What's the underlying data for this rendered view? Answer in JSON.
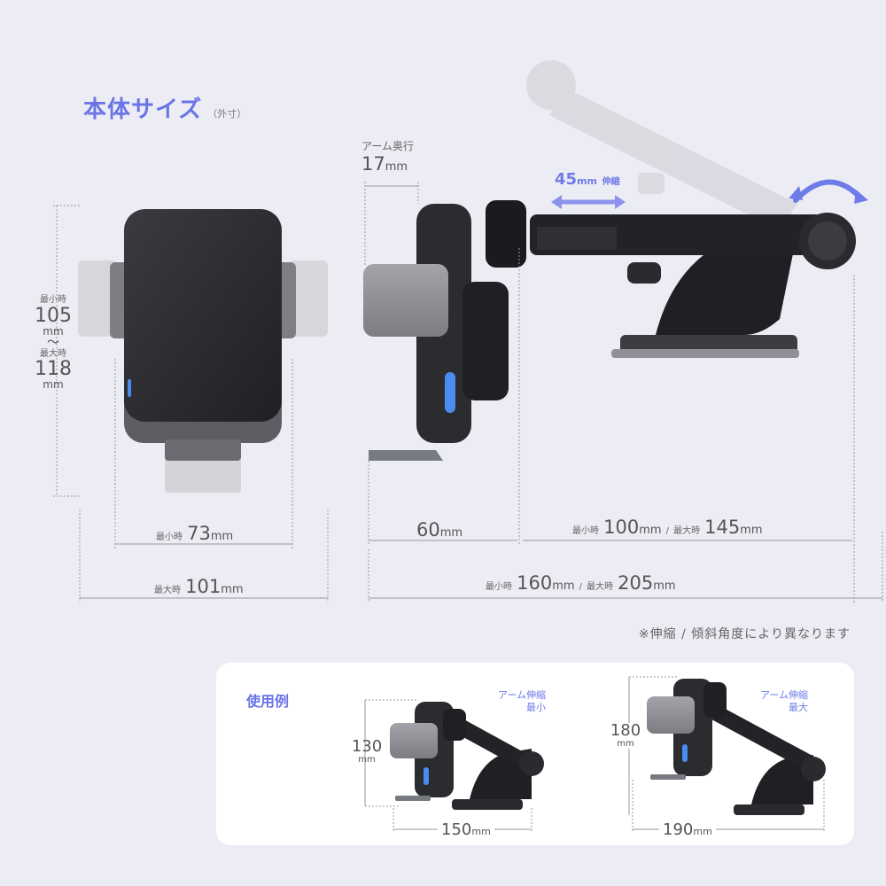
{
  "title": {
    "main": "本体サイズ",
    "sub": "（外寸）"
  },
  "front": {
    "height_label_min": "最小時",
    "height_min": "105",
    "height_min_unit": "mm",
    "height_tilde": "～",
    "height_label_max": "最大時",
    "height_max": "118",
    "height_max_unit": "mm",
    "width_min_label": "最小時",
    "width_min": "73",
    "width_min_unit": "mm",
    "width_max_label": "最大時",
    "width_max": "101",
    "width_max_unit": "mm"
  },
  "side": {
    "arm_depth_label": "アーム奥行",
    "arm_depth": "17",
    "arm_depth_unit": "mm",
    "extend_value": "45",
    "extend_unit": "mm",
    "extend_label": "伸縮",
    "holder_depth": "60",
    "holder_depth_unit": "mm",
    "arm_min_label": "最小時",
    "arm_min": "100",
    "arm_min_unit": "mm",
    "arm_sep": "/",
    "arm_max_label": "最大時",
    "arm_max": "145",
    "arm_max_unit": "mm",
    "total_min_label": "最小時",
    "total_min": "160",
    "total_min_unit": "mm",
    "total_sep": "/",
    "total_max_label": "最大時",
    "total_max": "205",
    "total_max_unit": "mm"
  },
  "note": "※伸縮 / 傾斜角度により異なります",
  "usage": {
    "title": "使用例",
    "example_min": {
      "label_line1": "アーム伸縮",
      "label_line2": "最小",
      "height": "130",
      "height_unit": "mm",
      "width": "150",
      "width_unit": "mm"
    },
    "example_max": {
      "label_line1": "アーム伸縮",
      "label_line2": "最大",
      "height": "180",
      "height_unit": "mm",
      "width": "190",
      "width_unit": "mm"
    }
  },
  "colors": {
    "accent": "#6a74e6",
    "background": "#ecedf4",
    "panel": "#ffffff",
    "device": "#2b2b2e",
    "grip": "#8a8c91",
    "led": "#4a8cf0"
  }
}
